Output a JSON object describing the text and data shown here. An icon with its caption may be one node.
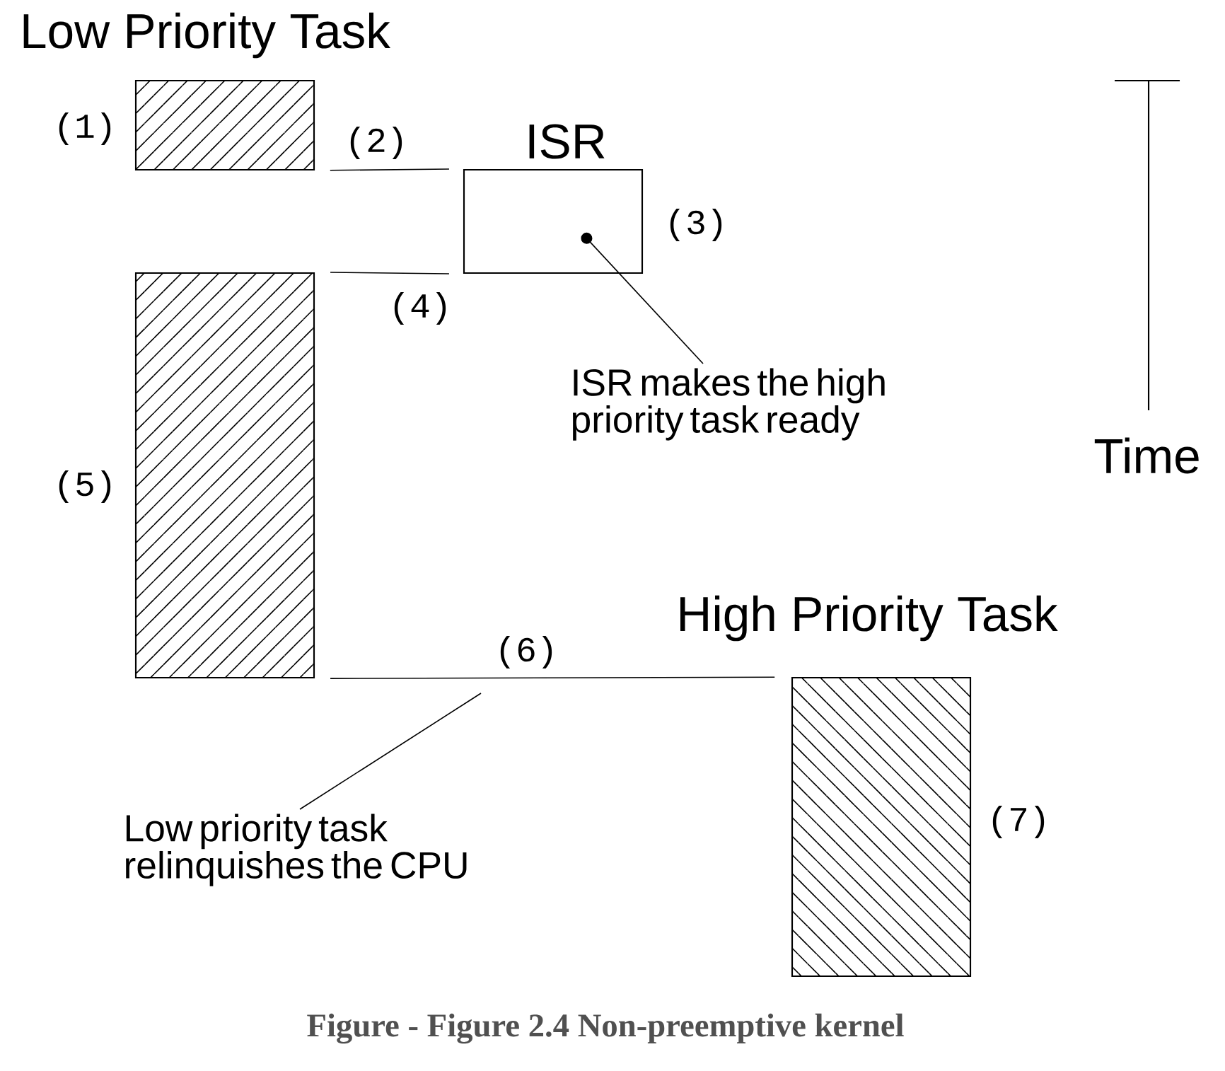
{
  "diagram": {
    "caption": "Figure - Figure 2.4 Non-preemptive kernel",
    "nodes": [
      {
        "text": [
          "Low Priority Task"
        ],
        "beside": [
          "(1)"
        ]
      },
      {
        "text": [
          "ISR"
        ],
        "beside": [
          "(3)"
        ]
      },
      {
        "text": [],
        "shape": "box",
        "beside": [
          "(5)"
        ]
      },
      {
        "text": [
          "High Priority Task"
        ],
        "beside": [
          "(7)"
        ]
      },
      {
        "text": [
          "ISR makes the high priority task ready"
        ]
      },
      {
        "text": [
          "Low priority task relinquishes the CPU"
        ]
      }
    ],
    "edges": [
      {
        "from": 0,
        "to": 1,
        "arrow": "none",
        "label": "(2)"
      },
      {
        "from": 1,
        "to": 2,
        "arrow": "none",
        "label": "(4)"
      },
      {
        "from": 2,
        "to": 3,
        "arrow": "none",
        "label": "(6)"
      },
      {
        "from": 4,
        "to": 1,
        "arrow": "other"
      },
      {
        "from": 5,
        "to": null,
        "arrow": "none"
      }
    ],
    "labels": [
      "Time"
    ]
  }
}
